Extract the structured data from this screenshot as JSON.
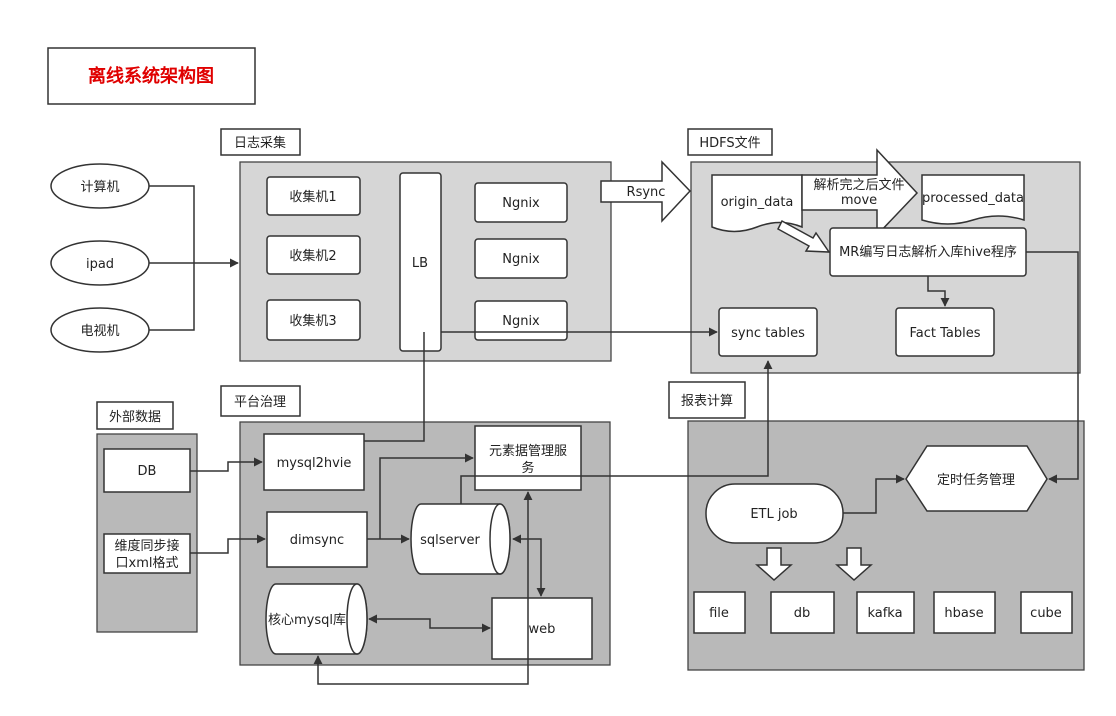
{
  "title": "离线系统架构图",
  "sections": {
    "log_collect": "日志采集",
    "hdfs": "HDFS文件",
    "external": "外部数据",
    "governance": "平台治理",
    "report": "报表计算"
  },
  "sources": [
    "计算机",
    "ipad",
    "电视机"
  ],
  "collectors": [
    "收集机1",
    "收集机2",
    "收集机3"
  ],
  "lb": "LB",
  "ngnix": [
    "Ngnix",
    "Ngnix",
    "Ngnix"
  ],
  "rsync": "Rsync",
  "hdfs_nodes": {
    "origin": "origin_data",
    "move_label_1": "解析完之后文件",
    "move_label_2": "move",
    "processed": "processed_data",
    "mr": "MR编写日志解析入库hive程序",
    "sync": "sync tables",
    "fact": "Fact Tables"
  },
  "external_nodes": {
    "db": "DB",
    "xml_1": "维度同步接",
    "xml_2": "口xml格式"
  },
  "gov_nodes": {
    "mysql2hvie": "mysql2hvie",
    "dimsync": "dimsync",
    "meta_1": "元素据管理服",
    "meta_2": "务",
    "sqlserver": "sqlserver",
    "core": "核心mysql库",
    "web": "web"
  },
  "report_nodes": {
    "etl": "ETL job",
    "scheduler": "定时任务管理",
    "outputs": [
      "file",
      "db",
      "kafka",
      "hbase",
      "cube"
    ]
  },
  "colors": {
    "panel_light": "#d6d6d6",
    "panel_dark": "#b9b9b9",
    "title_red": "#e00000"
  }
}
